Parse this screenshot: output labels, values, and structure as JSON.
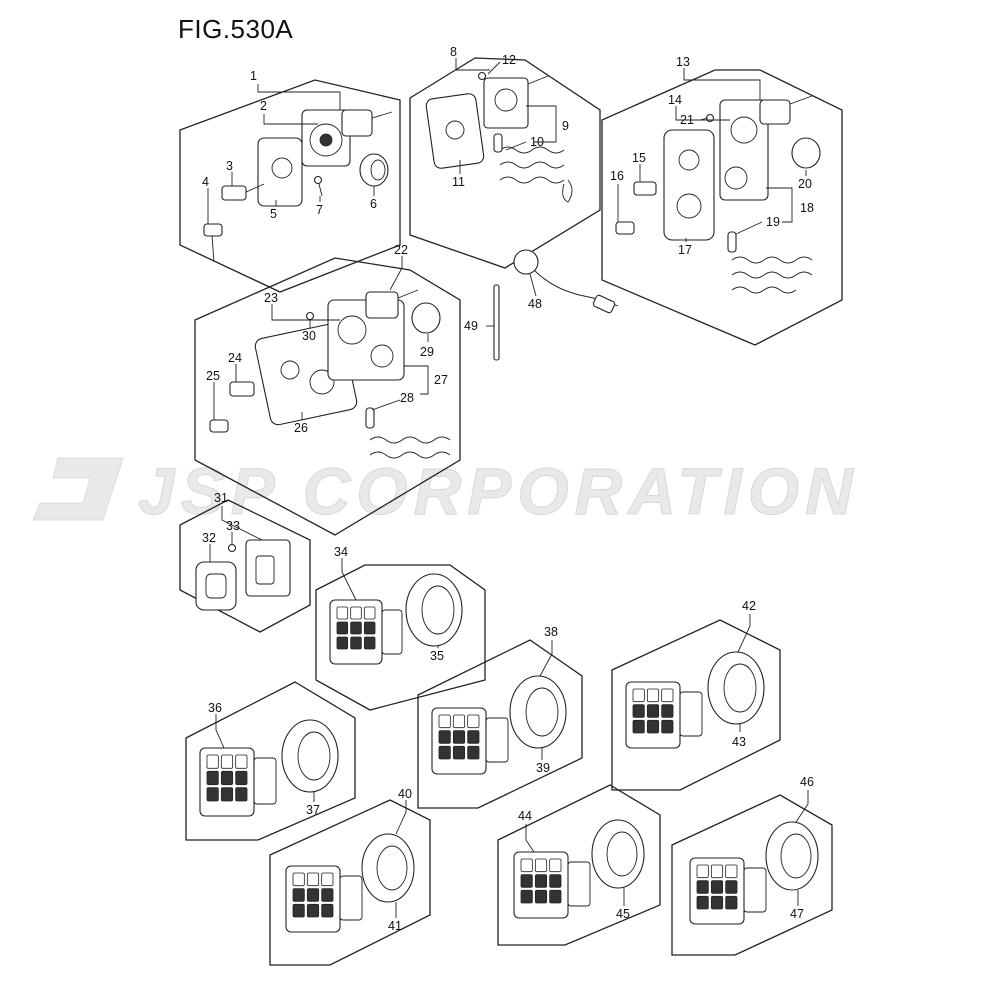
{
  "figure": {
    "title": "FIG.530A"
  },
  "watermark": {
    "text": "JSP CORPORATION"
  },
  "labels": [
    "1",
    "2",
    "3",
    "4",
    "5",
    "6",
    "7",
    "8",
    "9",
    "10",
    "11",
    "12",
    "13",
    "14",
    "15",
    "16",
    "17",
    "18",
    "19",
    "20",
    "21",
    "22",
    "23",
    "24",
    "25",
    "26",
    "27",
    "28",
    "29",
    "30",
    "31",
    "32",
    "33",
    "34",
    "35",
    "36",
    "37",
    "38",
    "39",
    "40",
    "41",
    "42",
    "43",
    "44",
    "45",
    "46",
    "47",
    "48",
    "49"
  ],
  "colors": {
    "line": "#222222",
    "watermark": "#e6e6e6"
  }
}
